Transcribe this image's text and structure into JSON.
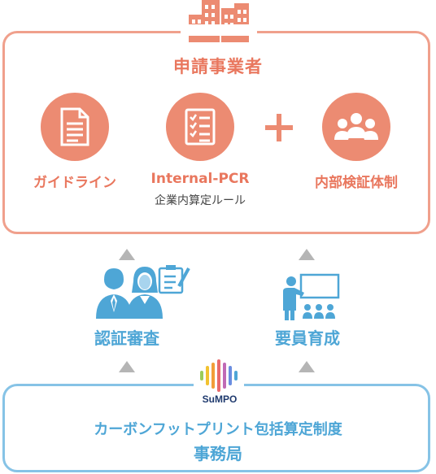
{
  "applicant": {
    "title": "申請事業者",
    "items": [
      {
        "label": "ガイドライン",
        "icon": "document-icon"
      },
      {
        "label": "Internal-PCR",
        "sub": "企業内算定ルール",
        "icon": "checklist-icon"
      },
      {
        "label": "内部検証体制",
        "icon": "group-icon"
      }
    ],
    "plus": "+"
  },
  "middle": {
    "left": {
      "label": "認証審査",
      "icon": "reviewers-icon"
    },
    "right": {
      "label": "要員育成",
      "icon": "training-icon"
    }
  },
  "office": {
    "logo_text": "SuMPO",
    "line1": "カーボンフットプリント包括算定制度",
    "line2": "事務局"
  },
  "colors": {
    "salmon": "#ec8b72",
    "blue": "#4ea6d6",
    "gray": "#b5b5b5"
  }
}
